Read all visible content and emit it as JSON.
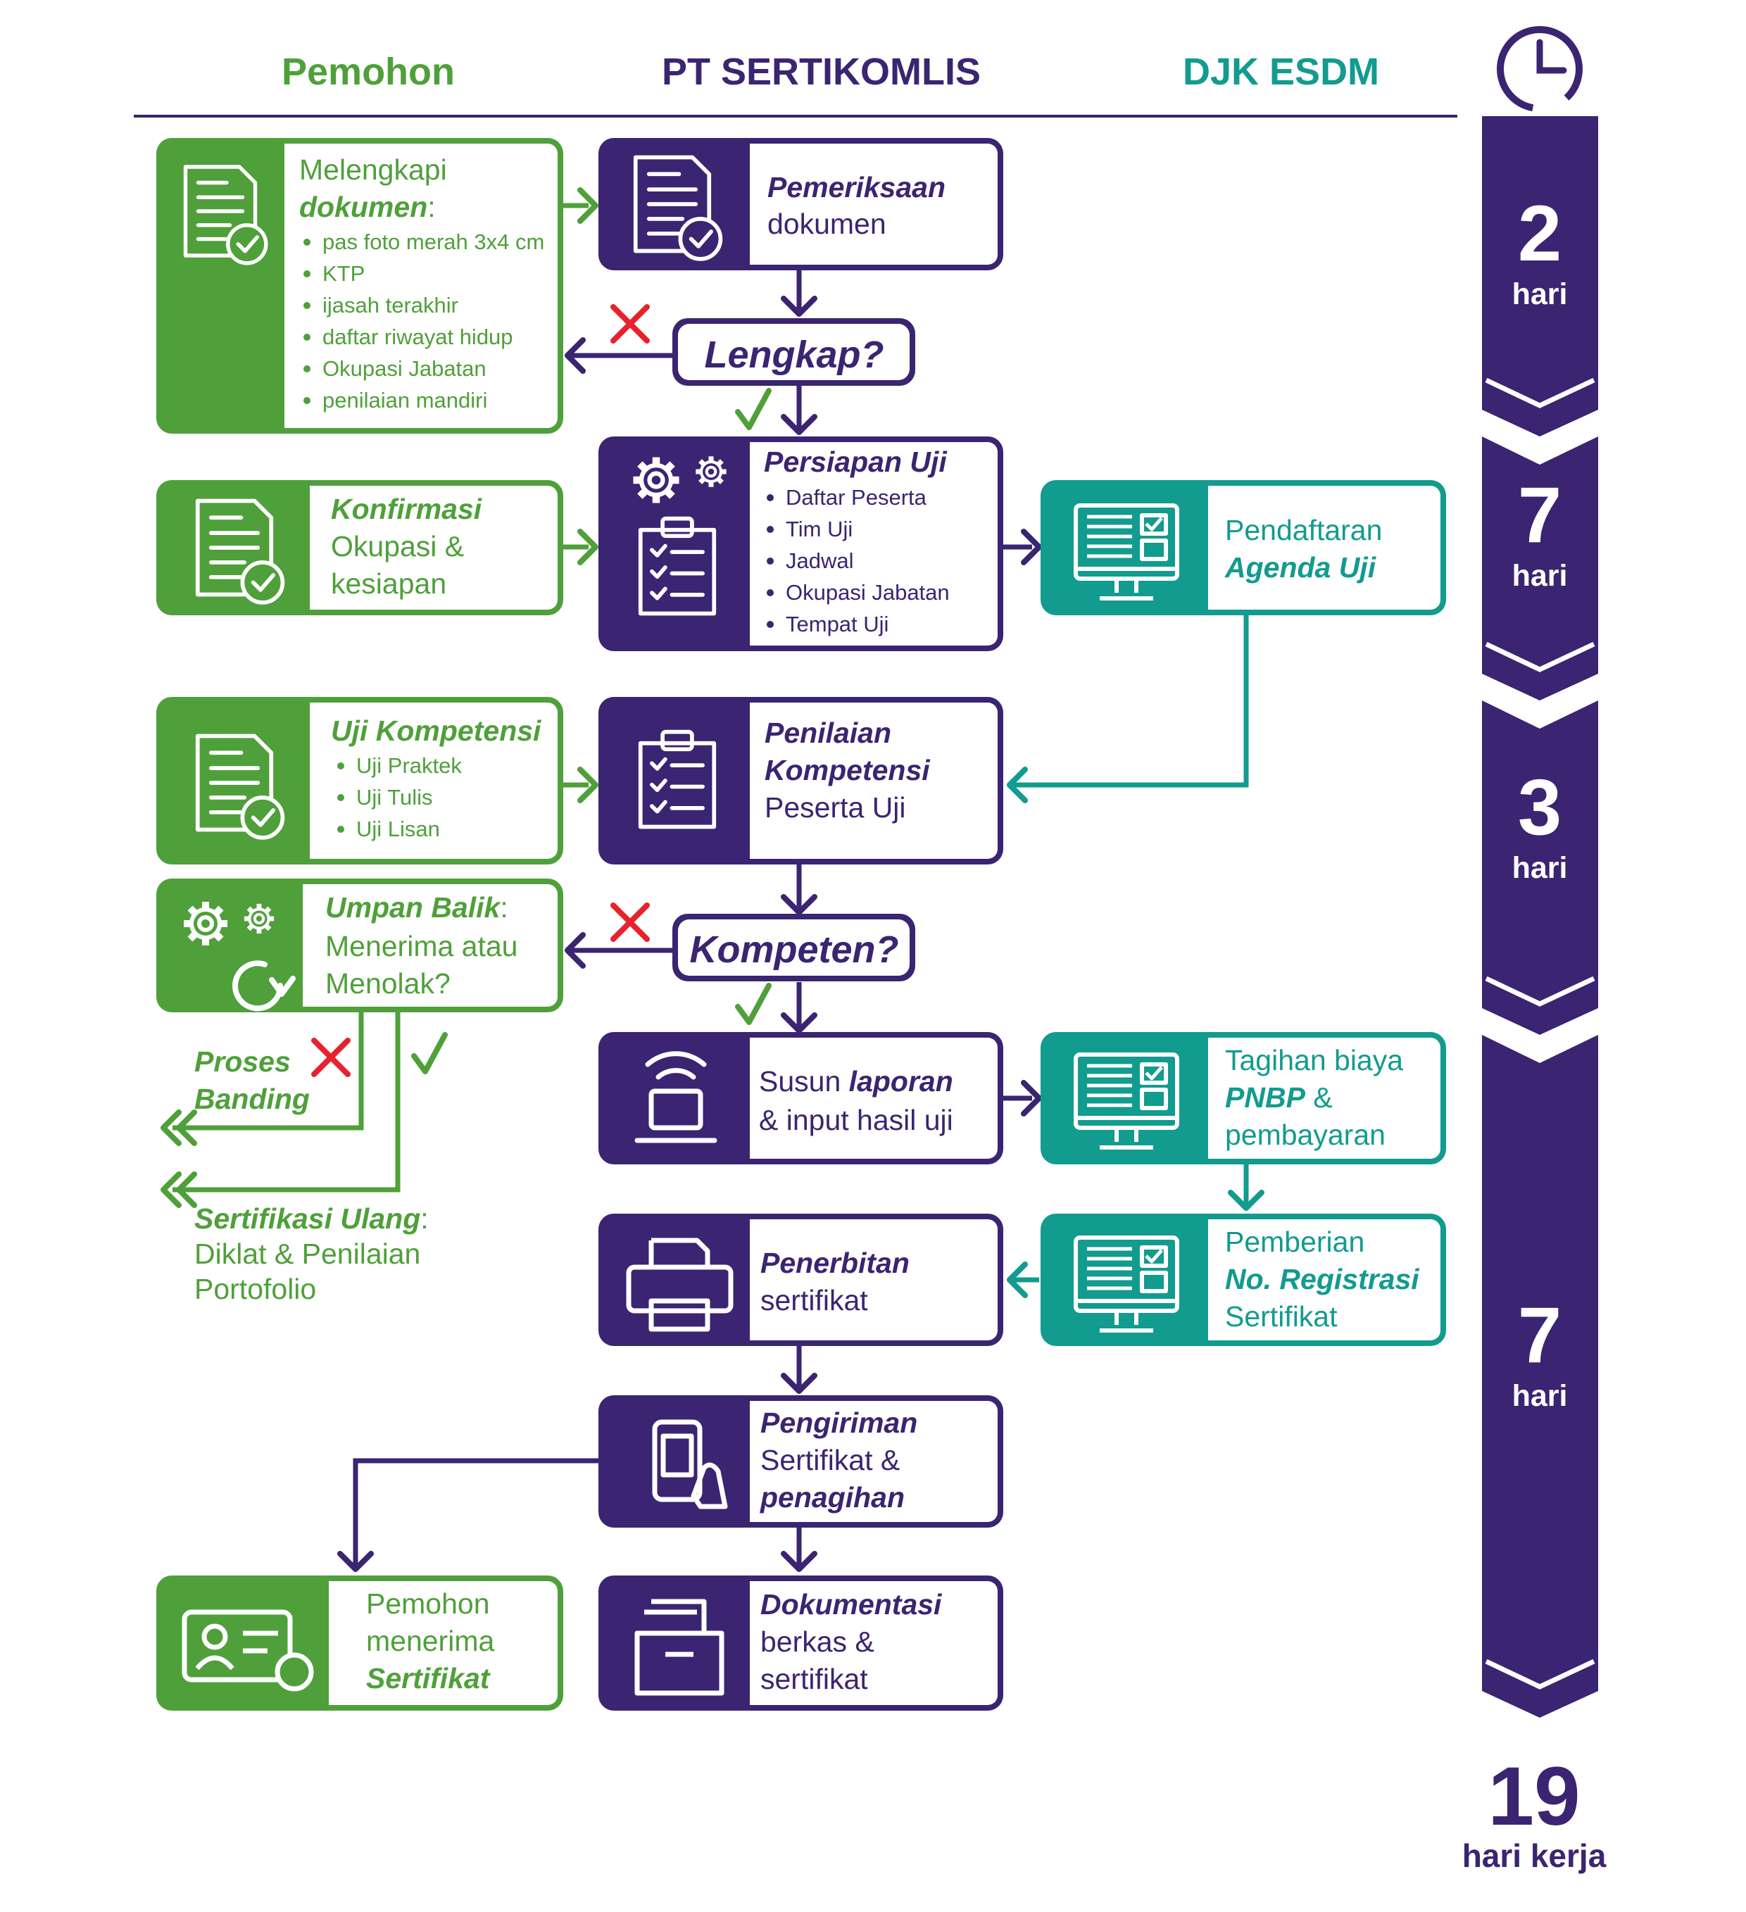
{
  "colors": {
    "green": "#4fa03a",
    "purple": "#3b2471",
    "teal": "#129b8f",
    "red": "#e8222c",
    "white": "#ffffff"
  },
  "headers": {
    "pemohon": "Pemohon",
    "sertikomlis": "PT SERTIKOMLIS",
    "djk": "DJK ESDM"
  },
  "boxes": {
    "melengkapi": {
      "title1": "Melengkapi",
      "title2": "dokumen",
      "colon": ":",
      "items": [
        "pas foto merah 3x4 cm",
        "KTP",
        "ijasah terakhir",
        "daftar riwayat hidup",
        "Okupasi Jabatan",
        "penilaian mandiri"
      ],
      "icon": "documents-icon"
    },
    "pemeriksaan": {
      "line1": "Pemeriksaan",
      "line2": "dokumen",
      "icon": "document-check-icon"
    },
    "lengkap": {
      "label": "Lengkap?"
    },
    "persiapan": {
      "title": "Persiapan Uji",
      "items": [
        "Daftar Peserta",
        "Tim Uji",
        "Jadwal",
        "Okupasi Jabatan",
        "Tempat Uji"
      ],
      "icon": "gears-clipboard-icon"
    },
    "konfirmasi": {
      "line1": "Konfirmasi",
      "line2": "Okupasi &",
      "line3": "kesiapan",
      "icon": "document-check-icon"
    },
    "pendaftaran": {
      "line1": "Pendaftaran",
      "line2": "Agenda Uji",
      "icon": "monitor-icon"
    },
    "uji_kompetensi": {
      "title": "Uji Kompetensi",
      "items": [
        "Uji Praktek",
        "Uji Tulis",
        "Uji Lisan"
      ],
      "icon": "document-pen-icon"
    },
    "penilaian": {
      "line1": "Penilaian",
      "line2": "Kompetensi",
      "line3": "Peserta Uji",
      "icon": "clipboard-icon"
    },
    "umpan_balik": {
      "title": "Umpan Balik",
      "colon": ":",
      "line2": "Menerima atau",
      "line3": "Menolak?",
      "icon": "gears-refresh-icon"
    },
    "kompeten": {
      "label": "Kompeten?"
    },
    "susun": {
      "line1a": "Susun",
      "line1b": "laporan",
      "line2": "& input hasil uji",
      "icon": "laptop-wifi-icon"
    },
    "tagihan": {
      "line1": "Tagihan biaya",
      "line2a": "PNBP",
      "line2b": "&",
      "line3": "pembayaran",
      "icon": "monitor-dollar-icon"
    },
    "penerbitan": {
      "line1": "Penerbitan",
      "line2": "sertifikat",
      "icon": "printer-certificate-icon"
    },
    "pemberian": {
      "line1": "Pemberian",
      "line2": "No. Registrasi",
      "line3": "Sertifikat",
      "icon": "monitor-icon"
    },
    "pengiriman": {
      "line1": "Pengiriman",
      "line2": "Sertifikat &",
      "line3": "penagihan",
      "icon": "phone-payment-icon"
    },
    "pemohon_menerima": {
      "line1": "Pemohon",
      "line2": "menerima",
      "line3": "Sertifikat",
      "icon": "id-certificate-icon"
    },
    "dokumentasi": {
      "line1": "Dokumentasi",
      "line2": "berkas &",
      "line3": "sertifikat",
      "icon": "archive-box-icon"
    }
  },
  "side_notes": {
    "banding1": "Proses",
    "banding2": "Banding",
    "sertifikasi_title": "Sertifikasi Ulang",
    "sertifikasi_colon": ":",
    "sertifikasi_line2": "Diklat & Penilaian",
    "sertifikasi_line3": "Portofolio"
  },
  "timeline": {
    "icon": "clock-icon",
    "segments": [
      {
        "days": "2",
        "unit": "hari"
      },
      {
        "days": "7",
        "unit": "hari"
      },
      {
        "days": "3",
        "unit": "hari"
      },
      {
        "days": "7",
        "unit": "hari"
      }
    ],
    "total_number": "19",
    "total_label": "hari kerja"
  }
}
